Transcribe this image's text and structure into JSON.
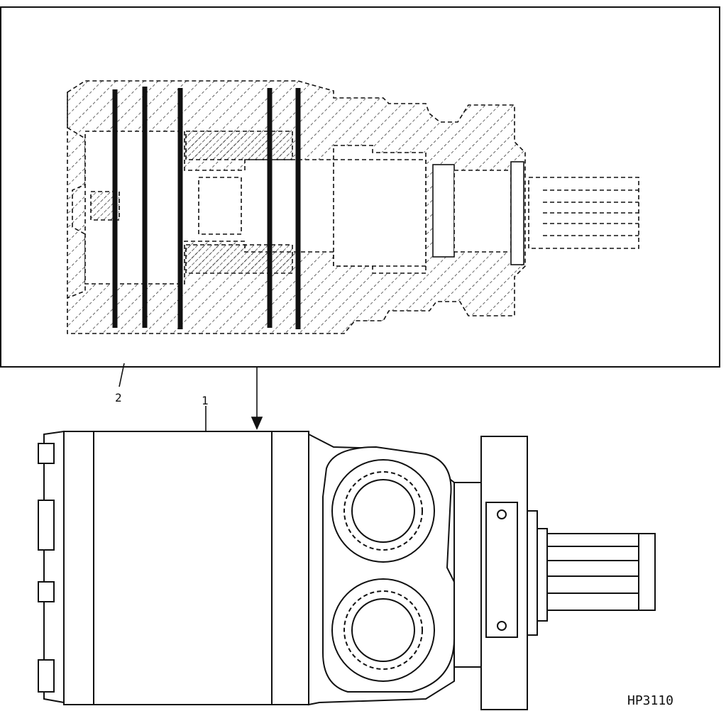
{
  "callouts": [
    {
      "id": "1",
      "text": "1"
    },
    {
      "id": "2",
      "text": "2"
    }
  ],
  "figure_code": "HP3110",
  "colors": {
    "ink": "#111111",
    "background": "#ffffff"
  },
  "views": {
    "inset": "cutaway-section",
    "main": "exterior"
  }
}
